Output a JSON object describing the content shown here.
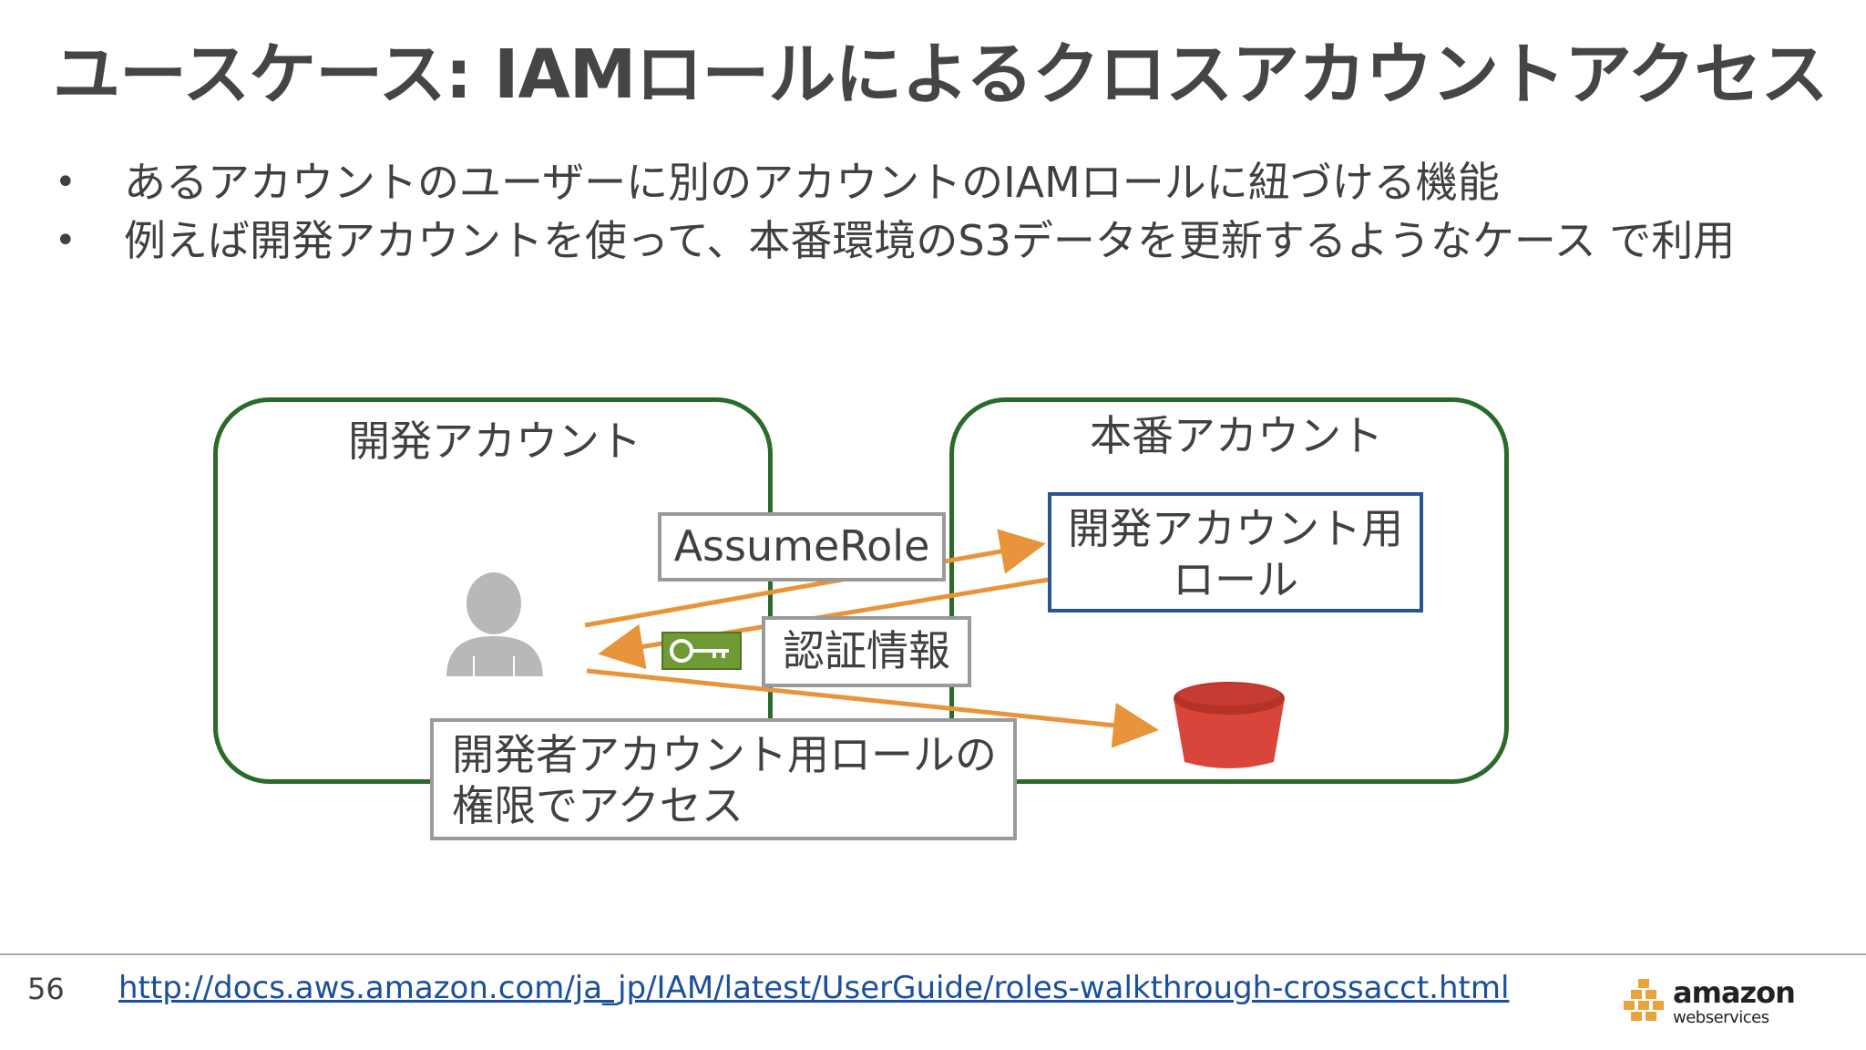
{
  "slide": {
    "title": "ユースケース: IAMロールによるクロスアカウントアクセス",
    "bullets": [
      "あるアカウントのユーザーに別のアカウントのIAMロールに紐づける機能",
      "例えば開発アカウントを使って、本番環境のS3データを更新するようなケース で利用"
    ],
    "bullet_marker": "•"
  },
  "diagram": {
    "dev_account_label": "開発アカウント",
    "prod_account_label": "本番アカウント",
    "role_label_line1": "開発アカウント用",
    "role_label_line2": "ロール",
    "assume_role_label": "AssumeRole",
    "credentials_label": "認証情報",
    "access_label_line1": "開発者アカウント用ロールの",
    "access_label_line2": "権限でアクセス"
  },
  "footer": {
    "page_number": "56",
    "link": "http://docs.aws.amazon.com/ja_jp/IAM/latest/UserGuide/roles-walkthrough-crossacct.html",
    "logo_word": "amazon",
    "logo_sub": "webservices"
  },
  "colors": {
    "account_border": "#2a6a2a",
    "role_border": "#2b5592",
    "arrow": "#e8943a",
    "bucket": "#d9453b",
    "key": "#6f9a35",
    "link": "#1a4f9c"
  }
}
